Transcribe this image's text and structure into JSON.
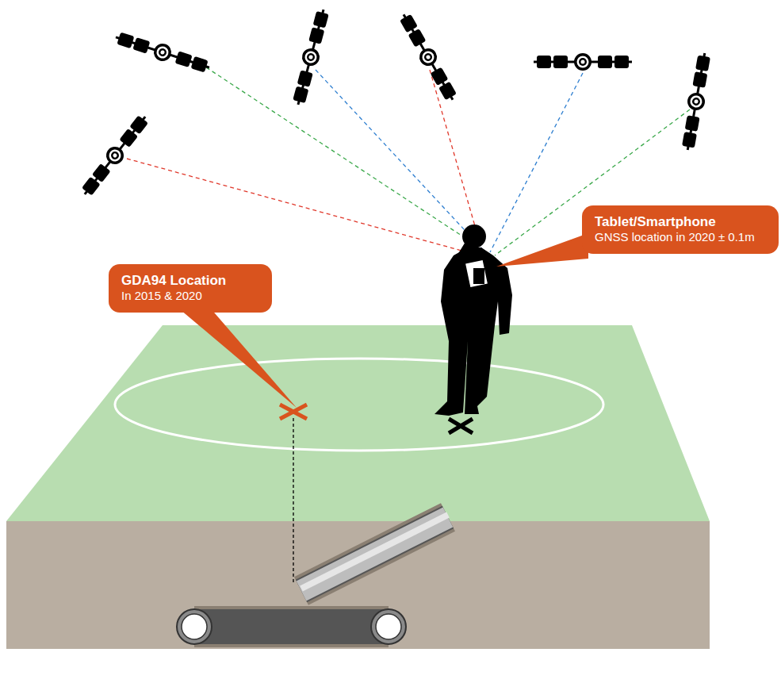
{
  "diagram": {
    "nodes": [
      {
        "text": [
          "GDA94 Location",
          "In 2015 & 2020"
        ]
      },
      {
        "text": [
          "Tablet/Smartphone",
          "GNSS location in 2020 ± 0.1m"
        ]
      }
    ]
  }
}
